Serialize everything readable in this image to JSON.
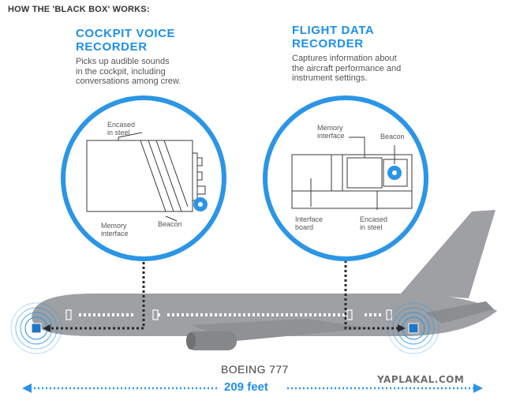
{
  "header": "HOW THE 'BLACK BOX' WORKS:",
  "cvr": {
    "title_line1": "COCKPIT VOICE",
    "title_line2": "RECORDER",
    "desc_line1": "Picks up audible sounds",
    "desc_line2": "in the cockpit, including",
    "desc_line3": "conversations among crew.",
    "label_encased_1": "Encased",
    "label_encased_2": "in steel",
    "label_memory_1": "Memory",
    "label_memory_2": "interface",
    "label_beacon": "Beacon"
  },
  "fdr": {
    "title_line1": "FLIGHT DATA",
    "title_line2": "RECORDER",
    "desc_line1": "Captures information about",
    "desc_line2": "the aircraft performance and",
    "desc_line3": "instrument settings.",
    "label_memory_1": "Memory",
    "label_memory_2": "interface",
    "label_beacon": "Beacon",
    "label_board_1": "Interface",
    "label_board_2": "board",
    "label_encased_1": "Encased",
    "label_encased_2": "in steel"
  },
  "aircraft": "BOEING 777",
  "length": "209 feet",
  "watermark": "YAPLAKAL.COM",
  "colors": {
    "accent": "#1e90e8",
    "plane": "#9ea0a3",
    "line": "#333333"
  }
}
